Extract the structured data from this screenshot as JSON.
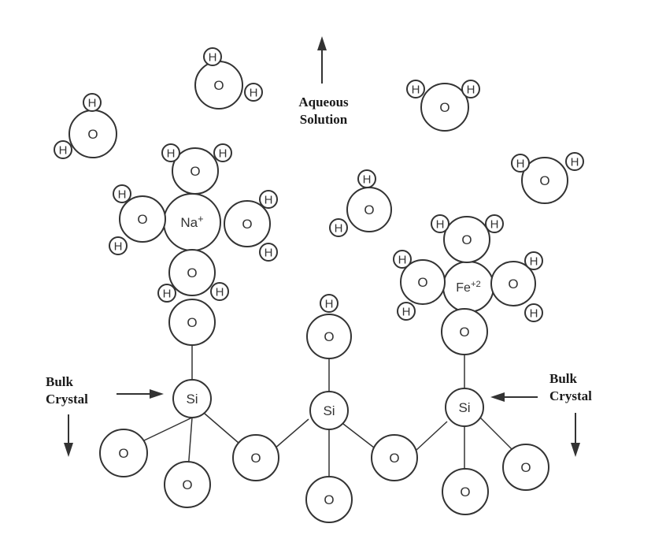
{
  "labels": {
    "aqueous_line1": "Aqueous",
    "aqueous_line2": "Solution",
    "bulk_left_line1": "Bulk",
    "bulk_left_line2": "Crystal",
    "bulk_right_line1": "Bulk",
    "bulk_right_line2": "Crystal"
  },
  "atoms": {
    "hydrogen": "H",
    "oxygen": "O",
    "silicon": "Si",
    "sodium_ion": "Na+",
    "iron_ion": "Fe+2"
  },
  "colors": {
    "ink": "#333333",
    "background": "#ffffff"
  }
}
